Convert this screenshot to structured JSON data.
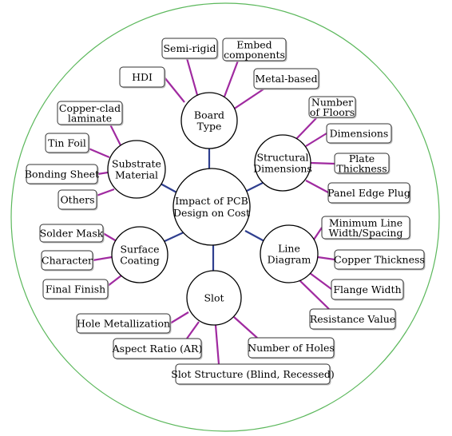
{
  "colors": {
    "outer_circle": "#5cb85c",
    "hub_link": "#2f3f8f",
    "leaf_link": "#a02aa0",
    "box_stroke": "#333333",
    "node_stroke": "#000000"
  },
  "center": {
    "lines": [
      "Impact of PCB",
      "Design on Cost"
    ]
  },
  "categories": [
    {
      "id": "board-type",
      "lines": [
        "Board",
        "Type"
      ],
      "leaves": [
        {
          "lines": [
            "HDI"
          ]
        },
        {
          "lines": [
            "Semi-rigid"
          ]
        },
        {
          "lines": [
            "Embed",
            "components"
          ]
        },
        {
          "lines": [
            "Metal-based"
          ]
        }
      ]
    },
    {
      "id": "structural-dimensions",
      "lines": [
        "Structural",
        "Dimensions"
      ],
      "leaves": [
        {
          "lines": [
            "Number",
            "of Floors"
          ]
        },
        {
          "lines": [
            "Dimensions"
          ]
        },
        {
          "lines": [
            "Plate",
            "Thickness"
          ]
        },
        {
          "lines": [
            "Panel Edge Plug"
          ]
        }
      ]
    },
    {
      "id": "line-diagram",
      "lines": [
        "Line",
        "Diagram"
      ],
      "leaves": [
        {
          "lines": [
            "Minimum Line",
            "Width/Spacing"
          ]
        },
        {
          "lines": [
            "Copper Thickness"
          ]
        },
        {
          "lines": [
            "Flange Width"
          ]
        },
        {
          "lines": [
            "Resistance Value"
          ]
        }
      ]
    },
    {
      "id": "slot",
      "lines": [
        "Slot"
      ],
      "leaves": [
        {
          "lines": [
            "Hole Metallization"
          ]
        },
        {
          "lines": [
            "Aspect Ratio (AR)"
          ]
        },
        {
          "lines": [
            "Slot Structure (Blind, Recessed)"
          ]
        },
        {
          "lines": [
            "Number of Holes"
          ]
        }
      ]
    },
    {
      "id": "surface-coating",
      "lines": [
        "Surface",
        "Coating"
      ],
      "leaves": [
        {
          "lines": [
            "Solder Mask"
          ]
        },
        {
          "lines": [
            "Character"
          ]
        },
        {
          "lines": [
            "Final Finish"
          ]
        }
      ]
    },
    {
      "id": "substrate-material",
      "lines": [
        "Substrate",
        "Material"
      ],
      "leaves": [
        {
          "lines": [
            "Copper-clad",
            "laminate"
          ]
        },
        {
          "lines": [
            "Tin Foil"
          ]
        },
        {
          "lines": [
            "Bonding Sheet"
          ]
        },
        {
          "lines": [
            "Others"
          ]
        }
      ]
    }
  ]
}
